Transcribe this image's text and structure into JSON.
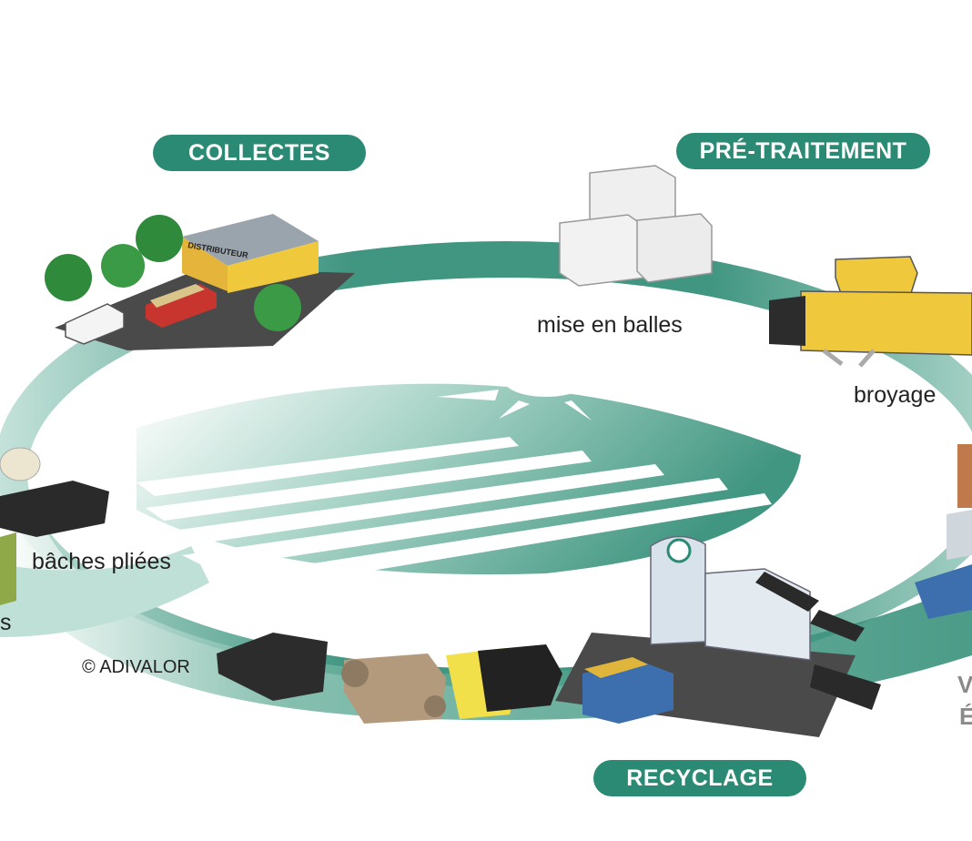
{
  "colors": {
    "ring": "#2b8a73",
    "ring_light": "#d7ece6",
    "pill": "#2b8a73",
    "asphalt": "#4a4a4a",
    "building_yellow": "#f0c83c"
  },
  "stages": {
    "collectes": "COLLECTES",
    "pretraitement": "PRÉ-TRAITEMENT",
    "recyclage": "RECYCLAGE"
  },
  "labels": {
    "mise_en_balles": "mise en balles",
    "broyage": "broyage",
    "baches_pliees": "bâches pliées",
    "left_edge_fragment": "s",
    "right_edge_fragment_1": "V",
    "right_edge_fragment_2": "É"
  },
  "copyright": "© ADIVALOR",
  "signage": {
    "distributeur": "DISTRIBUTEUR"
  },
  "icons": [
    "distributor-building-icon",
    "tree-icon",
    "van-icon",
    "truck-icon",
    "bales-icon",
    "shredder-icon",
    "sun-icon",
    "field-icon",
    "recycling-plant-icon",
    "pipes-icon",
    "plastic-products-icon",
    "folded-tarps-icon",
    "factory-chimney-icon"
  ]
}
